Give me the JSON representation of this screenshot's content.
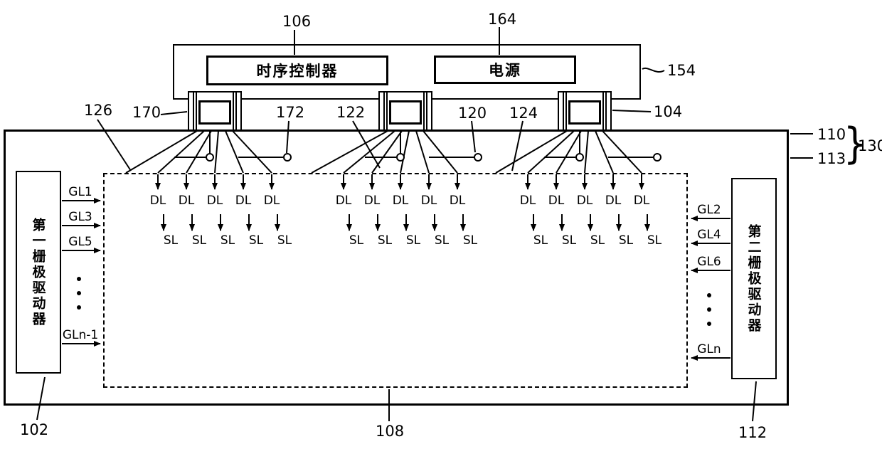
{
  "controller_board": {
    "ref": "154",
    "timing_controller": {
      "label": "时序控制器",
      "ref": "106"
    },
    "power_supply": {
      "label": "电源",
      "ref": "164"
    }
  },
  "fanout_refs": {
    "r126": "126",
    "r170": "170",
    "r172": "172",
    "r122": "122",
    "r120": "120",
    "r124": "124",
    "r104": "104"
  },
  "panel_refs": {
    "r110": "110",
    "r113": "113",
    "r130": "130",
    "r108": "108",
    "brace": "}"
  },
  "left_gate_driver": {
    "label": "第一栅极驱动器",
    "ref": "102",
    "gate_lines": [
      "GL1",
      "GL3",
      "GL5",
      "GLn-1"
    ]
  },
  "right_gate_driver": {
    "label": "第二栅极驱动器",
    "ref": "112",
    "gate_lines": [
      "GL2",
      "GL4",
      "GL6",
      "GLn"
    ]
  },
  "signal_lines": {
    "data_line_label": "DL",
    "source_line_label": "SL",
    "groups": 3,
    "columns_per_group": 5
  }
}
